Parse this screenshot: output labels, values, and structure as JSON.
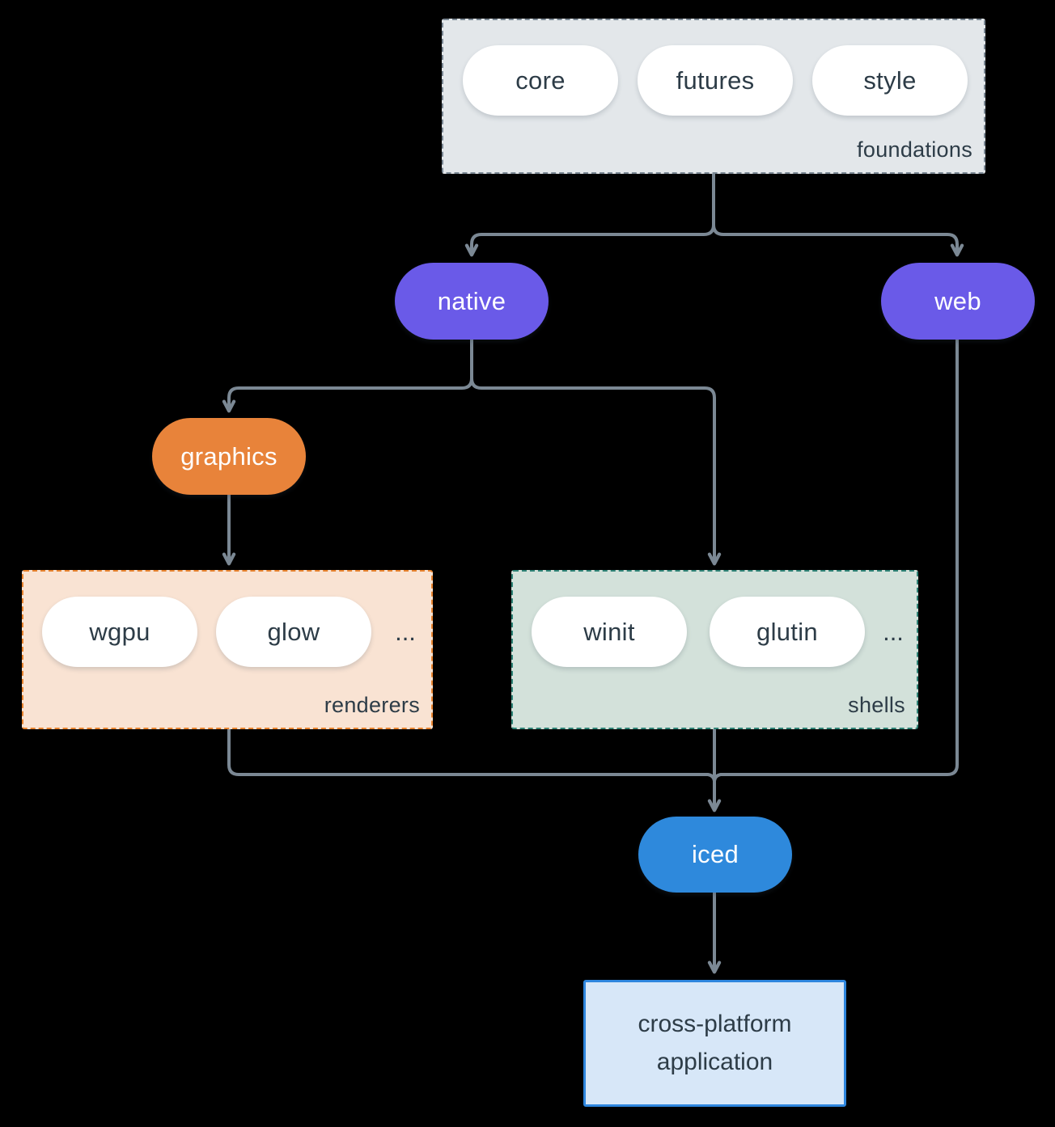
{
  "diagram": {
    "colors": {
      "background": "#000000",
      "arrow": "#7b8894",
      "foundations_fill": "#e3e7ea",
      "foundations_border": "#7b8894",
      "renderers_fill": "#f9e3d3",
      "renderers_border": "#e8832e",
      "shells_fill": "#d3e1da",
      "shells_border": "#2e8376",
      "native_fill": "#6a5ae8",
      "web_fill": "#6a5ae8",
      "graphics_fill": "#e8833a",
      "iced_fill": "#2e89dc",
      "app_fill": "#d7e7f8",
      "app_border": "#2e86de",
      "text_dark": "#2d3c47",
      "text_light": "#ffffff"
    },
    "groups": {
      "foundations": {
        "label": "foundations",
        "items": [
          "core",
          "futures",
          "style"
        ]
      },
      "renderers": {
        "label": "renderers",
        "items": [
          "wgpu",
          "glow"
        ],
        "more": "..."
      },
      "shells": {
        "label": "shells",
        "items": [
          "winit",
          "glutin"
        ],
        "more": "..."
      }
    },
    "nodes": {
      "native": "native",
      "web": "web",
      "graphics": "graphics",
      "iced": "iced",
      "application": "cross-platform application"
    }
  }
}
